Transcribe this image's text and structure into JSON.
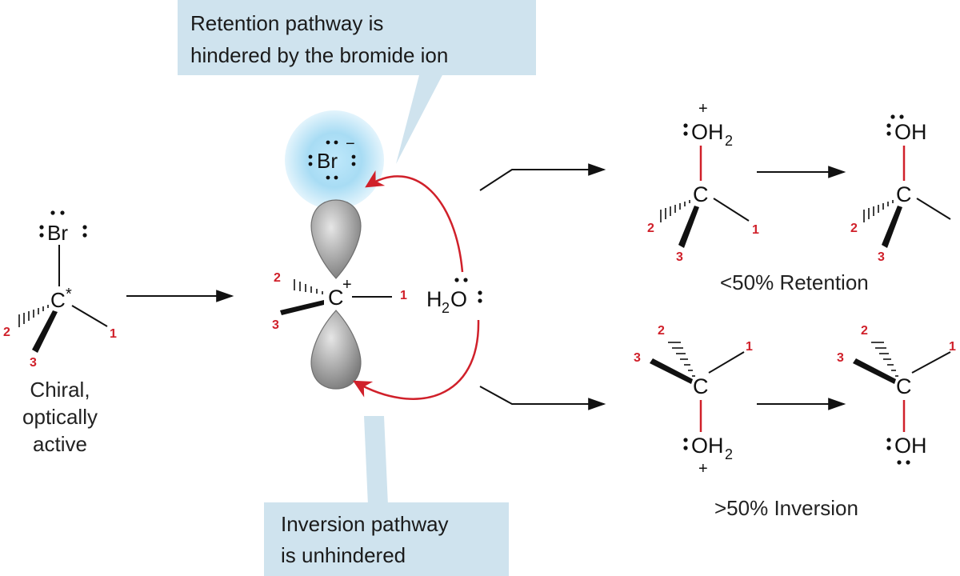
{
  "callouts": {
    "retention": [
      "Retention pathway is",
      "hindered by the bromide ion"
    ],
    "inversion": [
      "Inversion pathway",
      "is unhindered"
    ]
  },
  "starting_material": {
    "top_atom": "Br",
    "center": "C",
    "chiral_mark": "*",
    "caption": [
      "Chiral,",
      "optically",
      "active"
    ]
  },
  "carbocation": {
    "center": "C",
    "charge": "+",
    "bromide": "Br",
    "bromide_charge": "−"
  },
  "nucleophile": {
    "h": "H",
    "sub2": "2",
    "o": "O"
  },
  "substituents": [
    "1",
    "2",
    "3"
  ],
  "products": {
    "oh2_o": "OH",
    "oh2_sub": "2",
    "oh_label": "OH",
    "c": "C",
    "plus": "+",
    "retention_label": "<50% Retention",
    "inversion_label": ">50% Inversion"
  },
  "colors": {
    "callout_bg": "#cfe3ee",
    "bromide_glow": "#a8dcf4",
    "accent_red": "#d0202a",
    "lobe_gray": "#9a9a9a"
  }
}
